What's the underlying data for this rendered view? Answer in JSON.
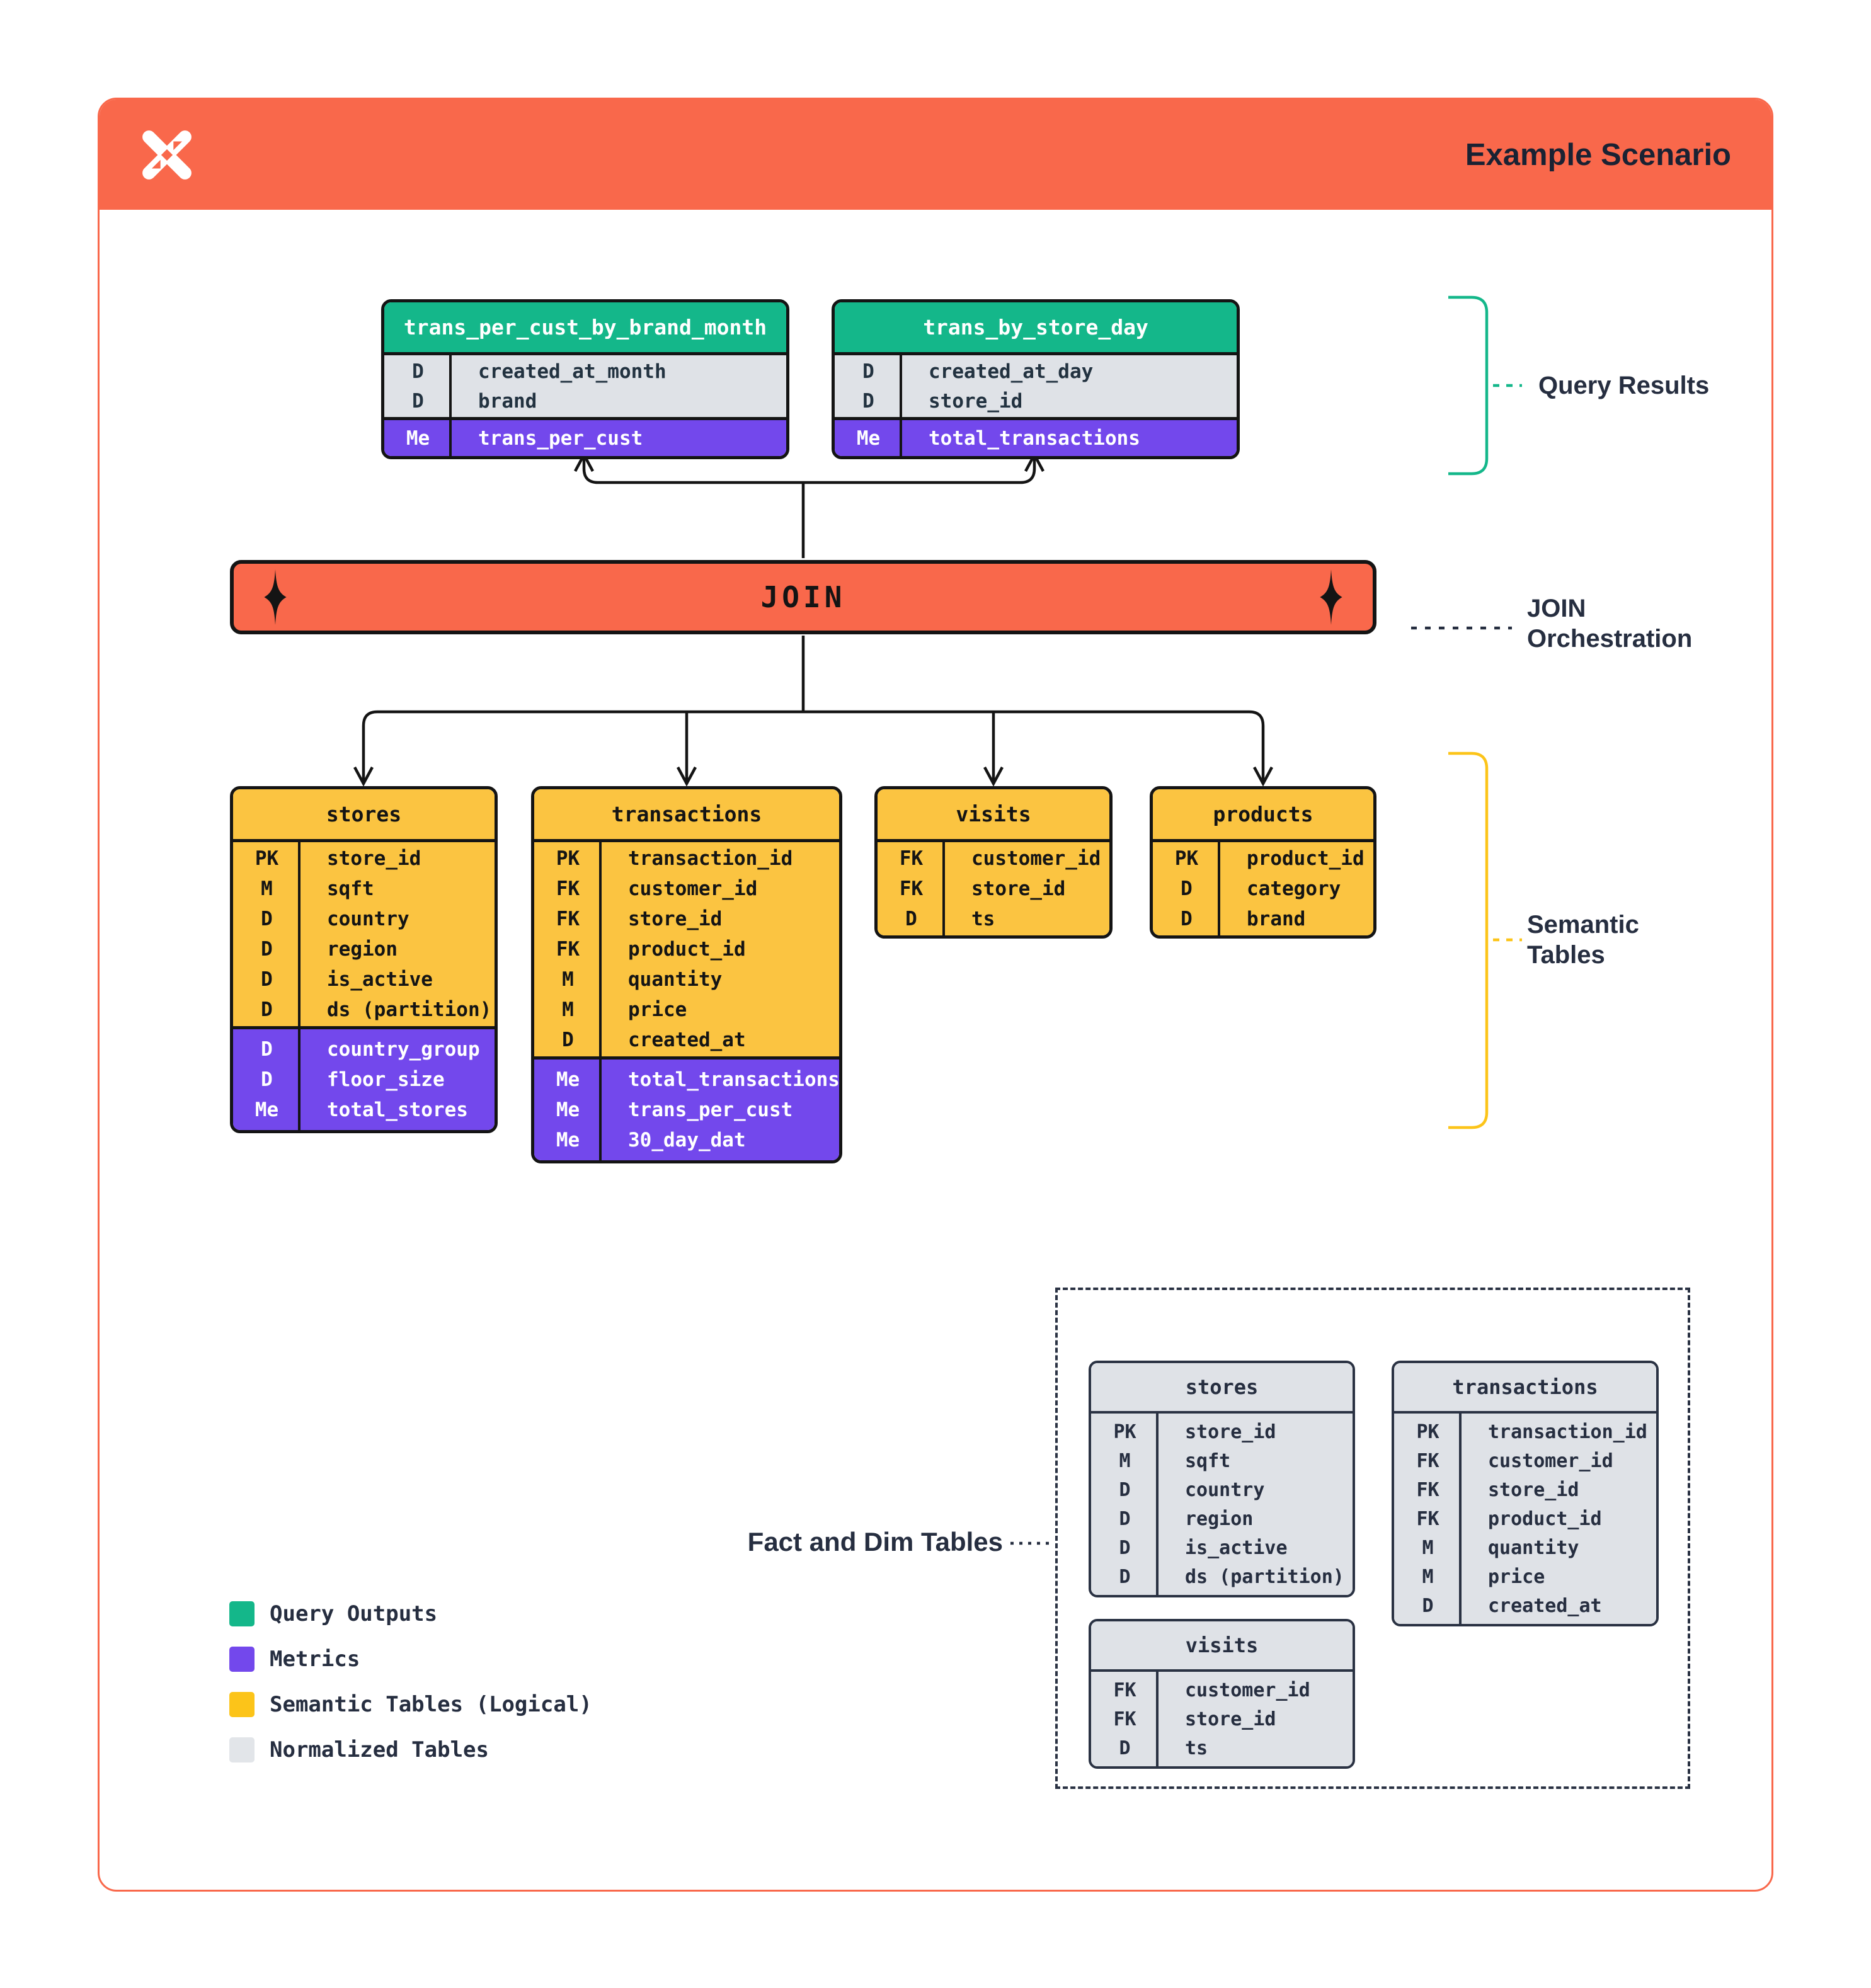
{
  "header": {
    "title": "Example Scenario"
  },
  "join": {
    "label": "JOIN"
  },
  "labels": {
    "query_results": "Query Results",
    "join_orchestration": [
      "JOIN",
      "Orchestration"
    ],
    "semantic_tables": [
      "Semantic",
      "Tables"
    ],
    "fact_dim": "Fact and Dim Tables"
  },
  "query_result_tables": [
    {
      "title": "trans_per_cust_by_brand_month",
      "dims": [
        {
          "key": "D",
          "name": "created_at_month"
        },
        {
          "key": "D",
          "name": "brand"
        }
      ],
      "metrics": [
        {
          "key": "Me",
          "name": "trans_per_cust"
        }
      ]
    },
    {
      "title": "trans_by_store_day",
      "dims": [
        {
          "key": "D",
          "name": "created_at_day"
        },
        {
          "key": "D",
          "name": "store_id"
        }
      ],
      "metrics": [
        {
          "key": "Me",
          "name": "total_transactions"
        }
      ]
    }
  ],
  "semantic_tables": [
    {
      "title": "stores",
      "fields": [
        {
          "key": "PK",
          "name": "store_id"
        },
        {
          "key": "M",
          "name": "sqft"
        },
        {
          "key": "D",
          "name": "country"
        },
        {
          "key": "D",
          "name": "region"
        },
        {
          "key": "D",
          "name": "is_active"
        },
        {
          "key": "D",
          "name": "ds (partition)"
        }
      ],
      "metrics": [
        {
          "key": "D",
          "name": "country_group"
        },
        {
          "key": "D",
          "name": "floor_size"
        },
        {
          "key": "Me",
          "name": "total_stores"
        }
      ]
    },
    {
      "title": "transactions",
      "fields": [
        {
          "key": "PK",
          "name": "transaction_id"
        },
        {
          "key": "FK",
          "name": "customer_id"
        },
        {
          "key": "FK",
          "name": "store_id"
        },
        {
          "key": "FK",
          "name": "product_id"
        },
        {
          "key": "M",
          "name": "quantity"
        },
        {
          "key": "M",
          "name": "price"
        },
        {
          "key": "D",
          "name": "created_at"
        }
      ],
      "metrics": [
        {
          "key": "Me",
          "name": "total_transactions"
        },
        {
          "key": "Me",
          "name": "trans_per_cust"
        },
        {
          "key": "Me",
          "name": "30_day_dat"
        }
      ]
    },
    {
      "title": "visits",
      "fields": [
        {
          "key": "FK",
          "name": "customer_id"
        },
        {
          "key": "FK",
          "name": "store_id"
        },
        {
          "key": "D",
          "name": "ts"
        }
      ],
      "metrics": []
    },
    {
      "title": "products",
      "fields": [
        {
          "key": "PK",
          "name": "product_id"
        },
        {
          "key": "D",
          "name": "category"
        },
        {
          "key": "D",
          "name": "brand"
        }
      ],
      "metrics": []
    }
  ],
  "normalized_tables": [
    {
      "title": "stores",
      "fields": [
        {
          "key": "PK",
          "name": "store_id"
        },
        {
          "key": "M",
          "name": "sqft"
        },
        {
          "key": "D",
          "name": "country"
        },
        {
          "key": "D",
          "name": "region"
        },
        {
          "key": "D",
          "name": "is_active"
        },
        {
          "key": "D",
          "name": "ds (partition)"
        }
      ]
    },
    {
      "title": "transactions",
      "fields": [
        {
          "key": "PK",
          "name": "transaction_id"
        },
        {
          "key": "FK",
          "name": "customer_id"
        },
        {
          "key": "FK",
          "name": "store_id"
        },
        {
          "key": "FK",
          "name": "product_id"
        },
        {
          "key": "M",
          "name": "quantity"
        },
        {
          "key": "M",
          "name": "price"
        },
        {
          "key": "D",
          "name": "created_at"
        }
      ]
    },
    {
      "title": "visits",
      "fields": [
        {
          "key": "FK",
          "name": "customer_id"
        },
        {
          "key": "FK",
          "name": "store_id"
        },
        {
          "key": "D",
          "name": "ts"
        }
      ]
    }
  ],
  "legend": [
    {
      "label": "Query Outputs",
      "color": "#14B78A"
    },
    {
      "label": "Metrics",
      "color": "#7348EC"
    },
    {
      "label": "Semantic Tables (Logical)",
      "color": "#FCC419"
    },
    {
      "label": "Normalized Tables",
      "color": "#E2E5E9"
    }
  ],
  "colors": {
    "accent_orange": "#F9684B",
    "query_green": "#14B78A",
    "metric_purple": "#7348EC",
    "semantic_yellow": "#FBC441",
    "normalized_gray": "#DFE2E7",
    "ink": "#141414",
    "navy_text": "#262E40"
  }
}
